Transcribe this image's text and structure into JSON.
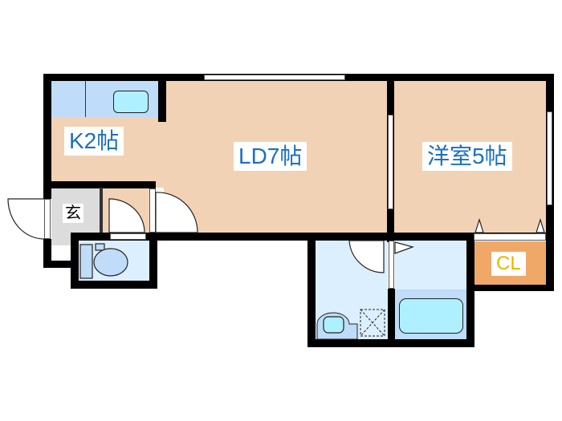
{
  "floorplan": {
    "rooms": {
      "kitchen": {
        "label": "K2帖"
      },
      "living_dining": {
        "label": "LD7帖"
      },
      "western_room": {
        "label": "洋室5帖"
      },
      "closet": {
        "label": "CL"
      },
      "entrance": {
        "label": "玄"
      }
    },
    "colors": {
      "floor": "#f2d2b4",
      "wet_area": "#dcefff",
      "fixture": "#bfdcf8",
      "tub": "#aef0ff",
      "entrance": "#dcdcdc",
      "closet": "#f0a868",
      "label_text": "#1a6fc4",
      "closet_text": "#f2b100",
      "wall": "#000000"
    }
  }
}
